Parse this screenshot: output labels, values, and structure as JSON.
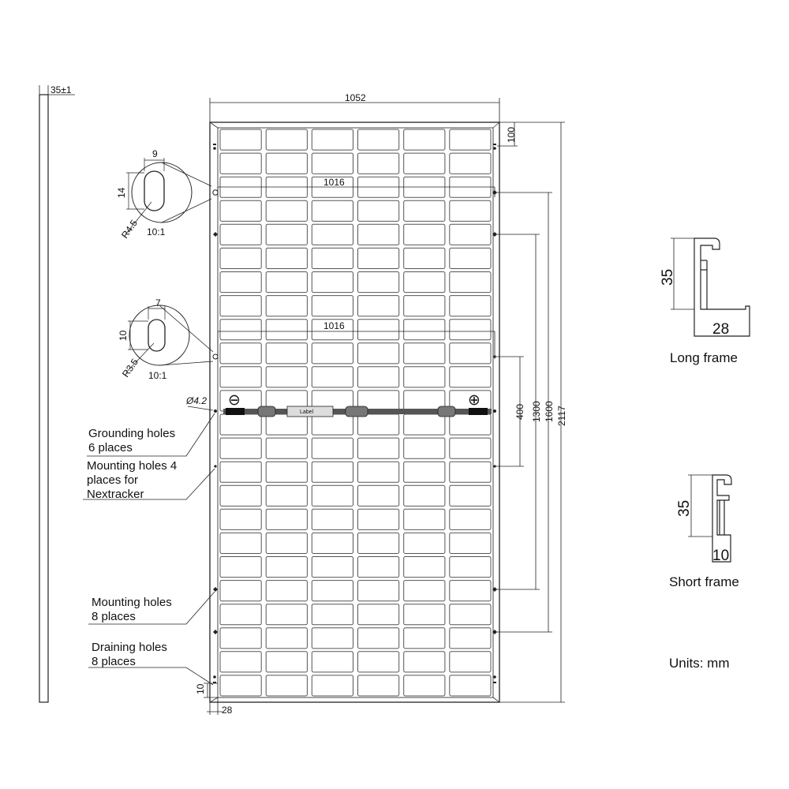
{
  "side_view": {
    "thickness": "35±1"
  },
  "module": {
    "width_label": "1052",
    "inner_width_label_top": "1016",
    "inner_width_label_mid": "1016",
    "top_offset": "100",
    "total_length": "2117",
    "dim_1600": "1600",
    "dim_1300": "1300",
    "dim_400": "400",
    "frame_edge_label": "28",
    "drain_offset": "10",
    "ground_hole_dia": "Ø4.2",
    "minus_symbol": "⊖",
    "plus_symbol": "⊕",
    "box_label": "Label",
    "cell_rows": 24,
    "cell_cols": 6
  },
  "detail_top": {
    "width": "9",
    "height": "14",
    "radius": "R4.5",
    "scale": "10:1"
  },
  "detail_mid": {
    "width": "7",
    "height": "10",
    "radius": "R3.5",
    "scale": "10:1"
  },
  "callouts": {
    "grounding": [
      "Grounding holes",
      "6 places"
    ],
    "nextracker": [
      "Mounting holes 4",
      "places for",
      "Nextracker"
    ],
    "mounting": [
      "Mounting holes",
      "8 places"
    ],
    "draining": [
      "Draining holes",
      "8 places"
    ]
  },
  "long_frame": {
    "height": "35",
    "width": "28",
    "caption": "Long frame"
  },
  "short_frame": {
    "height": "35",
    "width": "10",
    "caption": "Short frame"
  },
  "units": "Units: mm"
}
